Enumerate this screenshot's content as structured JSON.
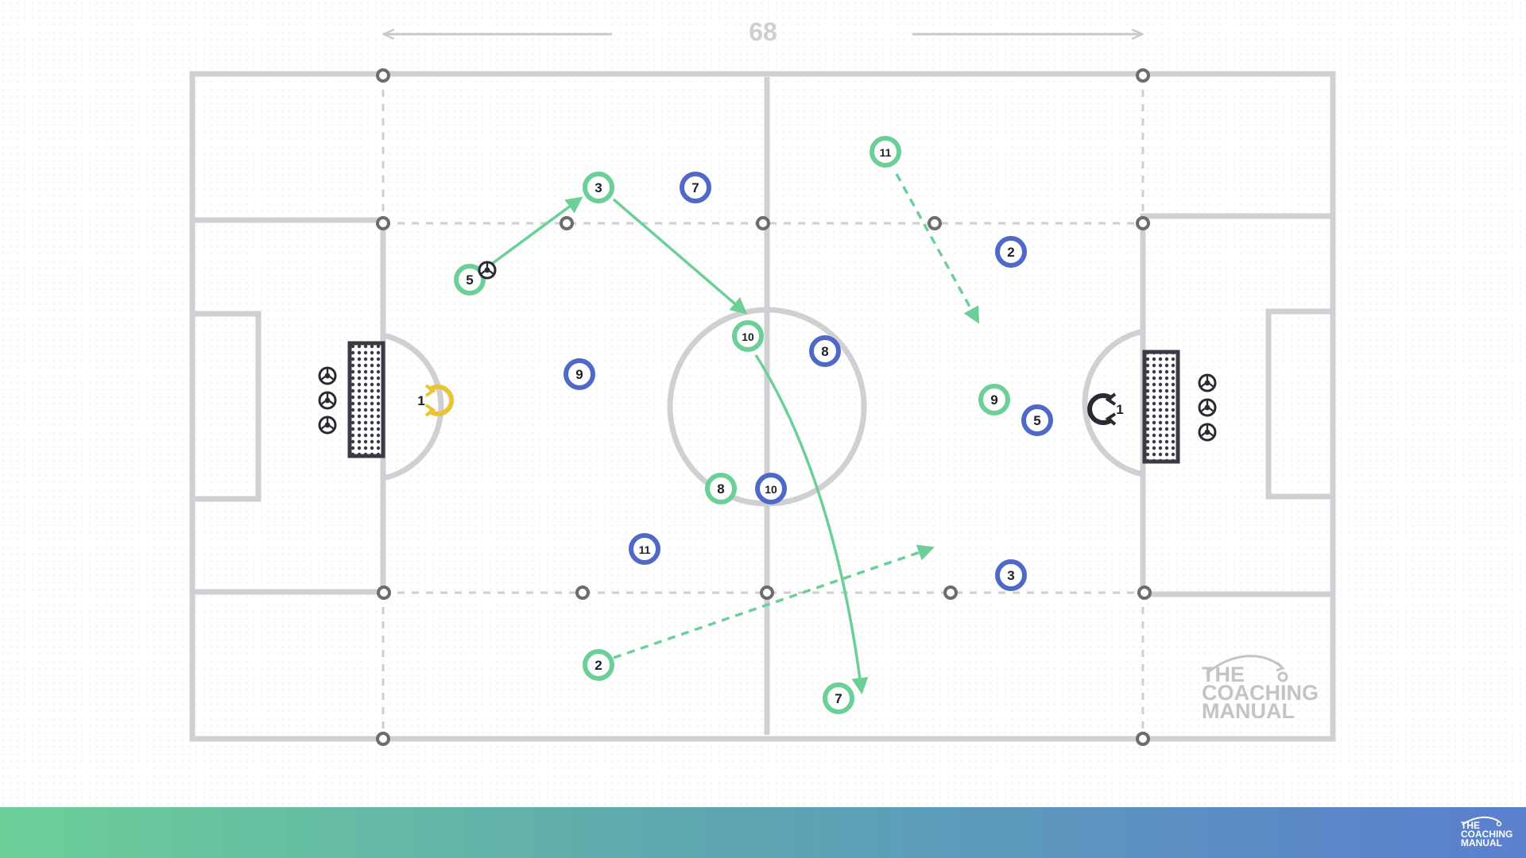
{
  "dimension": {
    "label": "68"
  },
  "left_goal": {
    "goalkeeper": {
      "number": "1",
      "color": "#e8c534",
      "icon": "rotate-icon"
    },
    "balls": 3
  },
  "right_goal": {
    "goalkeeper": {
      "number": "1",
      "color": "#2a2a33",
      "icon": "rotate-icon"
    },
    "balls": 3
  },
  "colors": {
    "green_team": "#6dcf98",
    "blue_team": "#5068c8",
    "lines": "#d0d0d4",
    "markers": "#6c6c70",
    "goal": "#3a3a44",
    "arrow": "#6dcf98"
  },
  "green_players": [
    {
      "number": "3"
    },
    {
      "number": "5"
    },
    {
      "number": "11"
    },
    {
      "number": "10"
    },
    {
      "number": "8"
    },
    {
      "number": "9"
    },
    {
      "number": "2"
    },
    {
      "number": "7"
    }
  ],
  "blue_players": [
    {
      "number": "7"
    },
    {
      "number": "2"
    },
    {
      "number": "9"
    },
    {
      "number": "8"
    },
    {
      "number": "10"
    },
    {
      "number": "5"
    },
    {
      "number": "11"
    },
    {
      "number": "3"
    }
  ],
  "arrows": [
    {
      "from": "5",
      "to": "3",
      "style": "solid",
      "meaning": "pass"
    },
    {
      "from": "3",
      "to": "10",
      "style": "solid",
      "meaning": "pass"
    },
    {
      "from": "10",
      "to": "7",
      "style": "solid",
      "meaning": "pass"
    },
    {
      "from": "11",
      "to": "space",
      "style": "dashed",
      "meaning": "run"
    },
    {
      "from": "2",
      "to": "space",
      "style": "dashed",
      "meaning": "run"
    }
  ],
  "pitch_logo": {
    "line1": "THE",
    "line2": "COACHING",
    "line3": "MANUAL"
  },
  "footer_logo": {
    "line1": "THE",
    "line2": "COACHING",
    "line3": "MANUAL"
  }
}
